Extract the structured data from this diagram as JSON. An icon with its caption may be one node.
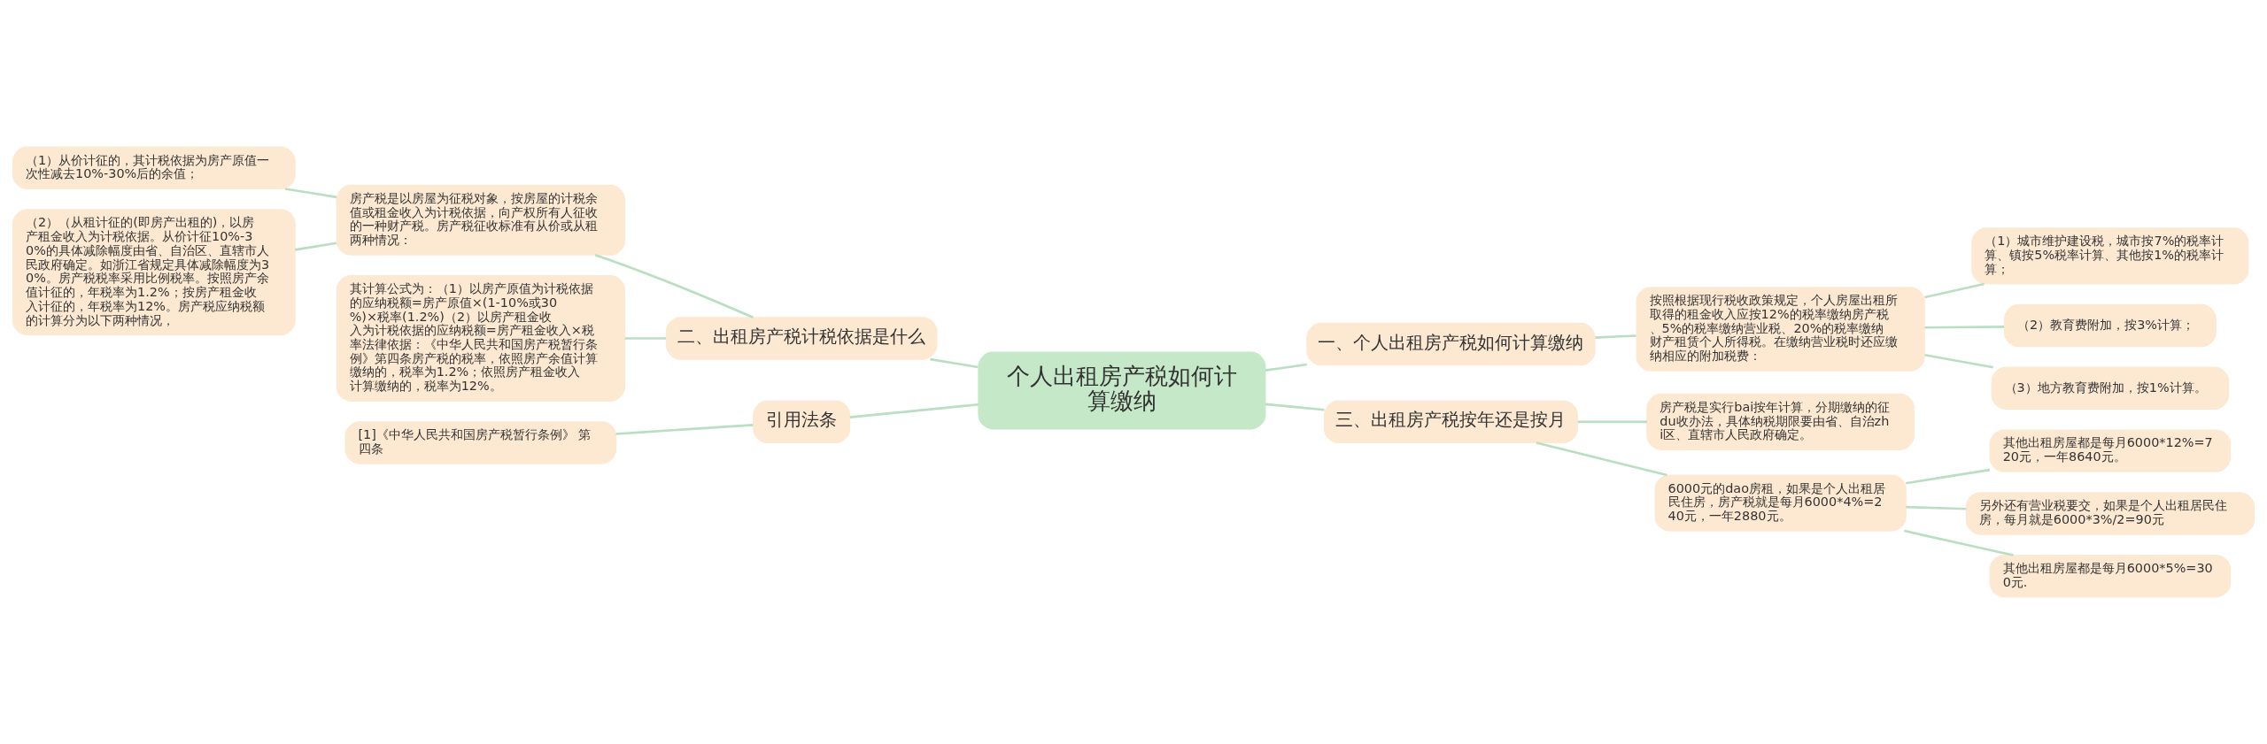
{
  "diagram": {
    "nodes": [
      {
        "text": [
          "个人出租房产税如何计算缴纳"
        ]
      },
      {
        "text": [
          "一、个人出租房产税如何计算缴纳"
        ]
      },
      {
        "text": [
          "按照根据现行税收政策规定，个人房屋出租所取得的租金收入应按12%的税率缴纳房产税、5%的税率缴纳营业税、20%的税率缴纳财产租赁个人所得税。在缴纳营业税时还应缴纳相应的附加税费："
        ]
      },
      {
        "text": [
          "（1）城市维护建设税，城市按7%的税率计算、镇按5%税率计算、其他按1%的税率计算；"
        ]
      },
      {
        "text": [
          "（2）教育费附加，按3%计算；"
        ]
      },
      {
        "text": [
          "（3）地方教育费附加，按1%计算。"
        ]
      },
      {
        "text": [
          "三、出租房产税按年还是按月"
        ]
      },
      {
        "text": [
          "房产税是实行bai按年计算，分期缴纳的征du收办法，具体纳税期限要由省、自治zhi区、直辖市人民政府确定。"
        ]
      },
      {
        "text": [
          "6000元的dao房租，如果是个人出租居民住房，房产税就是每月6000*4%=240元，一年2880元。"
        ]
      },
      {
        "text": [
          "其他出租房屋都是每月6000*12%=720元，一年8640元。"
        ]
      },
      {
        "text": [
          "另外还有营业税要交，如果是个人出租居民住房，每月就是6000*3%/2=90元"
        ]
      },
      {
        "text": [
          "其他出租房屋都是每月6000*5%=300元."
        ]
      },
      {
        "text": [
          "二、出租房产税计税依据是什么"
        ]
      },
      {
        "text": [
          "房产税是以房屋为征税对象，按房屋的计税余值或租金收入为计税依据，向产权所有人征收的一种财产税。房产税征收标准有从价或从租两种情况："
        ]
      },
      {
        "text": [
          "（1）从价计征的，其计税依据为房产原值一次性减去10%-30%后的余值；"
        ]
      },
      {
        "text": [
          "（2）（从租计征的(即房产出租的)，以房产租金收入为计税依据。从价计征10%-30%的具体减除幅度由省、自治区、直辖市人民政府确定。如浙江省规定具体减除幅度为30%。房产税税率采用比例税率。按照房产余值计征的，年税率为1.2%；按房产租金收入计征的，年税率为12%。房产税应纳税额的计算分为以下两种情况，"
        ]
      },
      {
        "text": [
          "其计算公式为：（1）以房产原值为计税依据的应纳税额=房产原值×(1-10%或30%)×税率(1.2%)（2）以房产租金收入为计税依据的应纳税额=房产租金收入×税率法律依据：《中华人民共和国房产税暂行条例》第四条房产税的税率，依照房产余值计算缴纳的，税率为1.2%；依照房产租金收入计算缴纳的，税率为12%。"
        ]
      },
      {
        "text": [
          "引用法条"
        ]
      },
      {
        "text": [
          "[1]《中华人民共和国房产税暂行条例》 第四条"
        ]
      }
    ],
    "edges": [
      {
        "from": 0,
        "to": 1,
        "arrow": "none"
      },
      {
        "from": 1,
        "to": 2,
        "arrow": "none"
      },
      {
        "from": 2,
        "to": 3,
        "arrow": "none"
      },
      {
        "from": 2,
        "to": 4,
        "arrow": "none"
      },
      {
        "from": 2,
        "to": 5,
        "arrow": "none"
      },
      {
        "from": 0,
        "to": 6,
        "arrow": "none"
      },
      {
        "from": 6,
        "to": 7,
        "arrow": "none"
      },
      {
        "from": 6,
        "to": 8,
        "arrow": "none"
      },
      {
        "from": 8,
        "to": 9,
        "arrow": "none"
      },
      {
        "from": 8,
        "to": 10,
        "arrow": "none"
      },
      {
        "from": 8,
        "to": 11,
        "arrow": "none"
      },
      {
        "from": 0,
        "to": 12,
        "arrow": "none"
      },
      {
        "from": 12,
        "to": 13,
        "arrow": "none"
      },
      {
        "from": 13,
        "to": 14,
        "arrow": "none"
      },
      {
        "from": 13,
        "to": 15,
        "arrow": "none"
      },
      {
        "from": 12,
        "to": 16,
        "arrow": "none"
      },
      {
        "from": 0,
        "to": 17,
        "arrow": "none"
      },
      {
        "from": 17,
        "to": 18,
        "arrow": "none"
      }
    ]
  }
}
